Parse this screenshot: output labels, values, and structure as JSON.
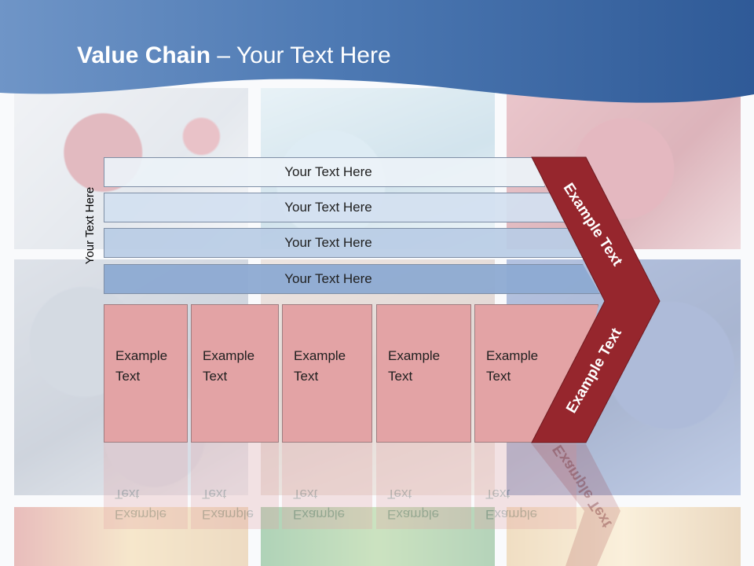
{
  "slide": {
    "title_bold": "Value Chain",
    "title_rest": " – Your Text Here",
    "side_label": "Your Text Here",
    "support_bars": [
      {
        "label": "Your Text Here"
      },
      {
        "label": "Your Text Here"
      },
      {
        "label": "Your Text Here"
      },
      {
        "label": "Your Text Here"
      }
    ],
    "primary_boxes": [
      {
        "line1": "Example",
        "line2": "Text"
      },
      {
        "line1": "Example",
        "line2": "Text"
      },
      {
        "line1": "Example",
        "line2": "Text"
      },
      {
        "line1": "Example",
        "line2": "Text"
      },
      {
        "line1": "Example",
        "line2": "Text"
      }
    ],
    "chevron": {
      "top_label": "Example Text",
      "bottom_label": "Example Text"
    }
  },
  "colors": {
    "header_blue": "#3e6aa6",
    "chevron_red": "#96262d",
    "box_pink": "#e3a3a5",
    "bar_light": "#eaf0f7",
    "bar_dark": "#8daad2"
  }
}
